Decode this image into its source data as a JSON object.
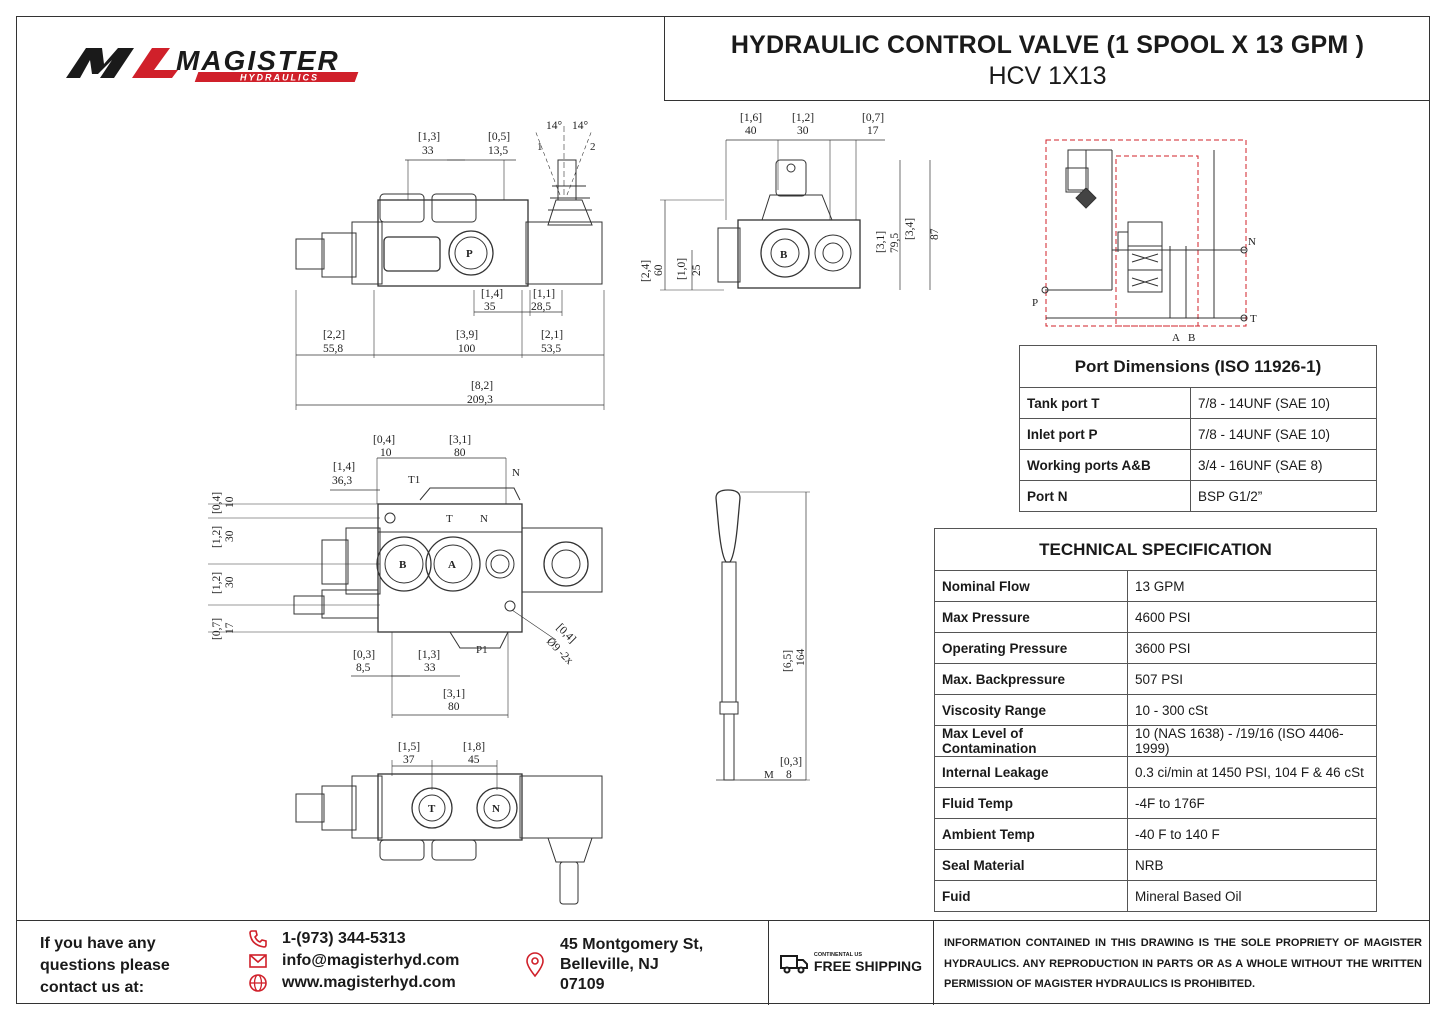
{
  "brand": {
    "name": "MAGISTER",
    "sub": "HYDRAULICS",
    "accent": "#d0202a",
    "dark": "#1a1a1a"
  },
  "title": {
    "main": "HYDRAULIC CONTROL VALVE (1 SPOOL X 13 GPM )",
    "sub": "HCV 1X13"
  },
  "drawing": {
    "top_view": {
      "dims": [
        {
          "in": "[1,3]",
          "mm": "33"
        },
        {
          "in": "[0,5]",
          "mm": "13,5"
        },
        {
          "in": "[1,4]",
          "mm": "35"
        },
        {
          "in": "[1,1]",
          "mm": "28,5"
        },
        {
          "in": "[2,2]",
          "mm": "55,8"
        },
        {
          "in": "[3,9]",
          "mm": "100"
        },
        {
          "in": "[2,1]",
          "mm": "53,5"
        },
        {
          "in": "[8,2]",
          "mm": "209,3"
        }
      ],
      "angles": [
        "14°",
        "14°"
      ],
      "positions": [
        "1",
        "2"
      ],
      "port_label": "P"
    },
    "side_view": {
      "dims": [
        {
          "in": "[1,6]",
          "mm": "40"
        },
        {
          "in": "[1,2]",
          "mm": "30"
        },
        {
          "in": "[0,7]",
          "mm": "17"
        },
        {
          "in": "[2,4]",
          "mm": "60"
        },
        {
          "in": "[1,0]",
          "mm": "25"
        },
        {
          "in": "[3,1]",
          "mm": "79,5"
        },
        {
          "in": "[3,4]",
          "mm": "87"
        }
      ],
      "port_label": "B"
    },
    "front_view": {
      "dims": [
        {
          "in": "[0,4]",
          "mm": "10"
        },
        {
          "in": "[3,1]",
          "mm": "80"
        },
        {
          "in": "[1,4]",
          "mm": "36,3"
        },
        {
          "in": "[0,4]",
          "mm": "10"
        },
        {
          "in": "[1,2]",
          "mm": "30"
        },
        {
          "in": "[1,2]",
          "mm": "30"
        },
        {
          "in": "[0,7]",
          "mm": "17"
        },
        {
          "in": "[0,3]",
          "mm": "8,5"
        },
        {
          "in": "[1,3]",
          "mm": "33"
        },
        {
          "in": "[3,1]",
          "mm": "80"
        },
        {
          "in": "[0,4]",
          "mm": "Ø9 -2x"
        }
      ],
      "labels": {
        "t1": "T1",
        "n": "N",
        "p1": "P1",
        "b": "B",
        "a": "A",
        "t": "T",
        "nn": "N"
      }
    },
    "bottom_view": {
      "dims": [
        {
          "in": "[1,5]",
          "mm": "37"
        },
        {
          "in": "[1,8]",
          "mm": "45"
        }
      ],
      "labels": {
        "t": "T",
        "n": "N"
      }
    },
    "lever": {
      "dims": [
        {
          "in": "[6,5]",
          "mm": "164"
        },
        {
          "in": "[0,3]",
          "mm": "8"
        }
      ],
      "thread": "M"
    },
    "schematic": {
      "labels": {
        "p": "P",
        "t": "T",
        "n": "N",
        "a": "A",
        "b": "B"
      },
      "color": "#d0202a"
    }
  },
  "ports_table": {
    "title": "Port Dimensions (ISO 11926-1)",
    "rows": [
      {
        "k": "Tank port T",
        "v": "7/8 - 14UNF (SAE 10)"
      },
      {
        "k": "Inlet port P",
        "v": "7/8 - 14UNF (SAE 10)"
      },
      {
        "k": "Working ports A&B",
        "v": "3/4 - 16UNF (SAE 8)"
      },
      {
        "k": "Port N",
        "v": "BSP G1/2”"
      }
    ]
  },
  "spec_table": {
    "title": "TECHNICAL SPECIFICATION",
    "rows": [
      {
        "k": "Nominal Flow",
        "v": "13 GPM"
      },
      {
        "k": "Max Pressure",
        "v": "4600 PSI"
      },
      {
        "k": "Operating Pressure",
        "v": "3600 PSI"
      },
      {
        "k": "Max. Backpressure",
        "v": "507 PSI"
      },
      {
        "k": "Viscosity Range",
        "v": "10 - 300 cSt"
      },
      {
        "k": "Max Level of Contamination",
        "v": "10 (NAS 1638) - /19/16 (ISO 4406-1999)"
      },
      {
        "k": "Internal Leakage",
        "v": "0.3 ci/min at 1450 PSI, 104 F & 46 cSt"
      },
      {
        "k": "Fluid Temp",
        "v": "-4F to 176F"
      },
      {
        "k": "Ambient Temp",
        "v": "-40 F to 140 F"
      },
      {
        "k": "Seal Material",
        "v": "NRB"
      },
      {
        "k": "Fuid",
        "v": "Mineral Based Oil"
      }
    ]
  },
  "footer": {
    "question": "If you have any questions please contact us at:",
    "phone": "1-(973) 344-5313",
    "email": "info@magisterhyd.com",
    "web": "www.magisterhyd.com",
    "address": [
      "45 Montgomery St,",
      "Belleville, NJ",
      "07109"
    ],
    "shipping_small": "CONTINENTAL US",
    "shipping": "FREE SHIPPING",
    "legal": "INFORMATION CONTAINED IN THIS DRAWING IS THE SOLE PROPRIETY OF MAGISTER HYDRAULICS. ANY REPRODUCTION IN PARTS OR AS A WHOLE WITHOUT THE WRITTEN PERMISSION OF MAGISTER HYDRAULICS IS PROHIBITED.",
    "icons": [
      "phone-icon",
      "mail-icon",
      "globe-icon",
      "location-pin-icon",
      "truck-icon"
    ]
  }
}
